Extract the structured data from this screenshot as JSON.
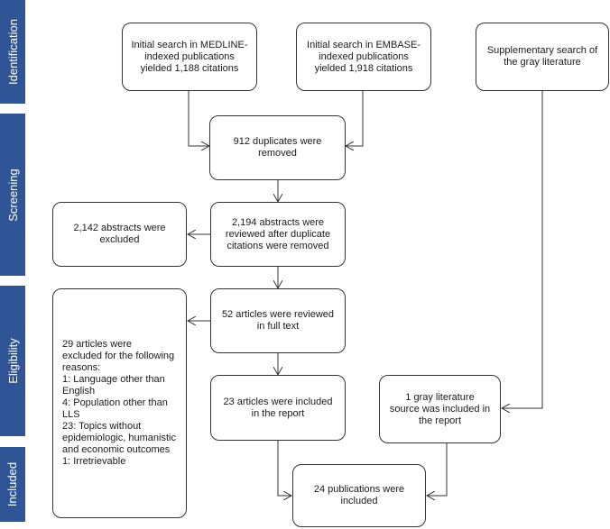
{
  "stages": [
    "Identification",
    "Screening",
    "Eligibility",
    "Included"
  ],
  "boxes": {
    "medline": "Initial search in MEDLINE-\nindexed publications\nyielded 1,188 citations",
    "embase": "Initial search in EMBASE-\nindexed publications\nyielded 1,918 citations",
    "gray_search": "Supplementary search of\nthe gray literature",
    "duplicates": "912 duplicates were\nremoved",
    "excluded_abstracts": "2,142 abstracts were\nexcluded",
    "reviewed_abstracts": "2,194 abstracts were\nreviewed after duplicate\ncitations were removed",
    "excluded_articles": "29 articles were\nexcluded for the following\nreasons:\n1: Language other than\nEnglish\n4: Population other than  LLS\n23: Topics without\nepidemiologic, humanistic\nand economic outcomes\n1: Irretrievable",
    "full_text": "52 articles were reviewed\nin full text",
    "included_report": "23 articles were included\nin the report",
    "gray_included": "1 gray literature\nsource was included in\nthe report",
    "final": "24 publications were\nincluded"
  },
  "colors": {
    "stage_fill": "#2f5597",
    "stage_text": "#ffffff",
    "box_border": "#333333",
    "arrow": "#333333"
  }
}
